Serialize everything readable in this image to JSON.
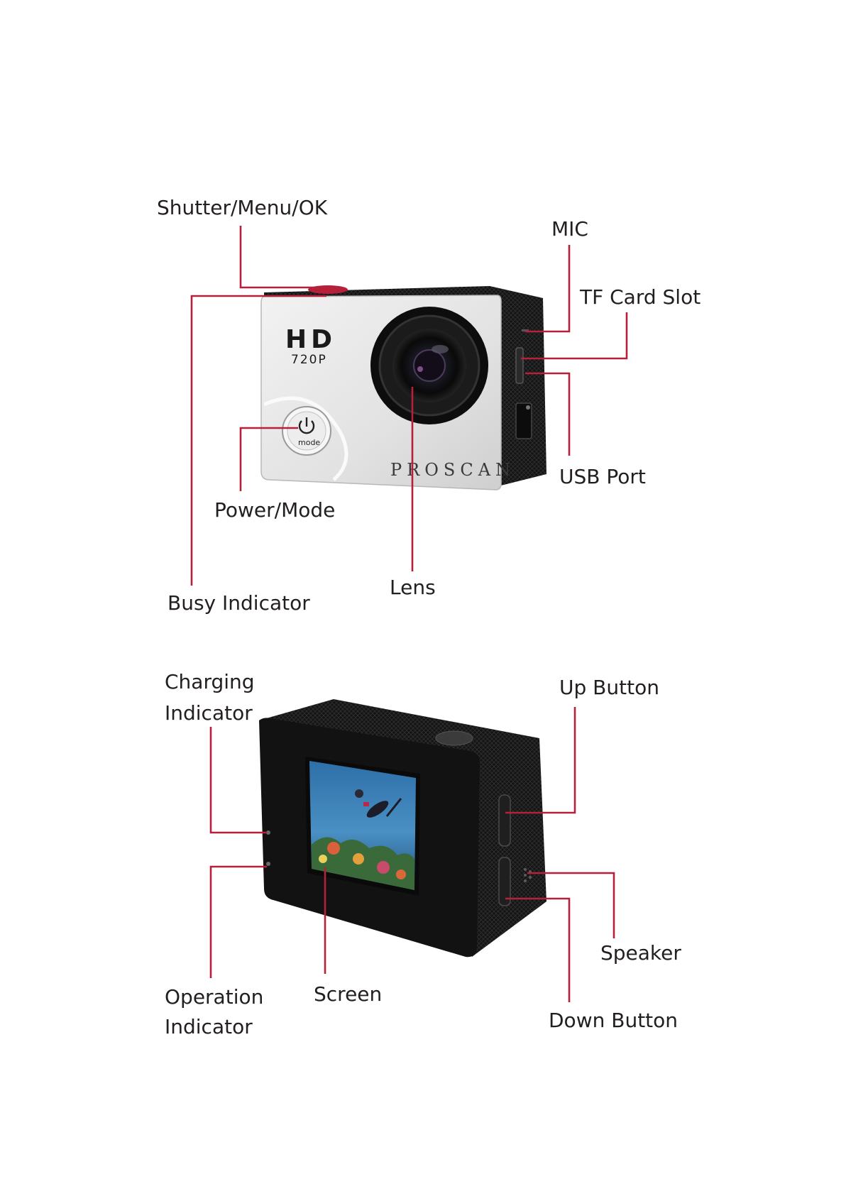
{
  "front_view": {
    "brand": "PROSCAN",
    "hd_text": "HD",
    "resolution_text": "720P",
    "mode_text": "mode",
    "labels": {
      "shutter": "Shutter/Menu/OK",
      "mic": "MIC",
      "tf_card": "TF Card Slot",
      "usb": "USB Port",
      "power": "Power/Mode",
      "lens": "Lens",
      "busy": "Busy Indicator"
    }
  },
  "back_view": {
    "labels": {
      "charging_1": "Charging",
      "charging_2": "Indicator",
      "up": "Up Button",
      "speaker": "Speaker",
      "operation_1": "Operation",
      "operation_2": "Indicator",
      "screen": "Screen",
      "down": "Down Button"
    }
  },
  "colors": {
    "leader_line": "#b5203a",
    "label_text": "#231f20",
    "camera_front": "#e6e6e6",
    "camera_body": "#151515"
  }
}
